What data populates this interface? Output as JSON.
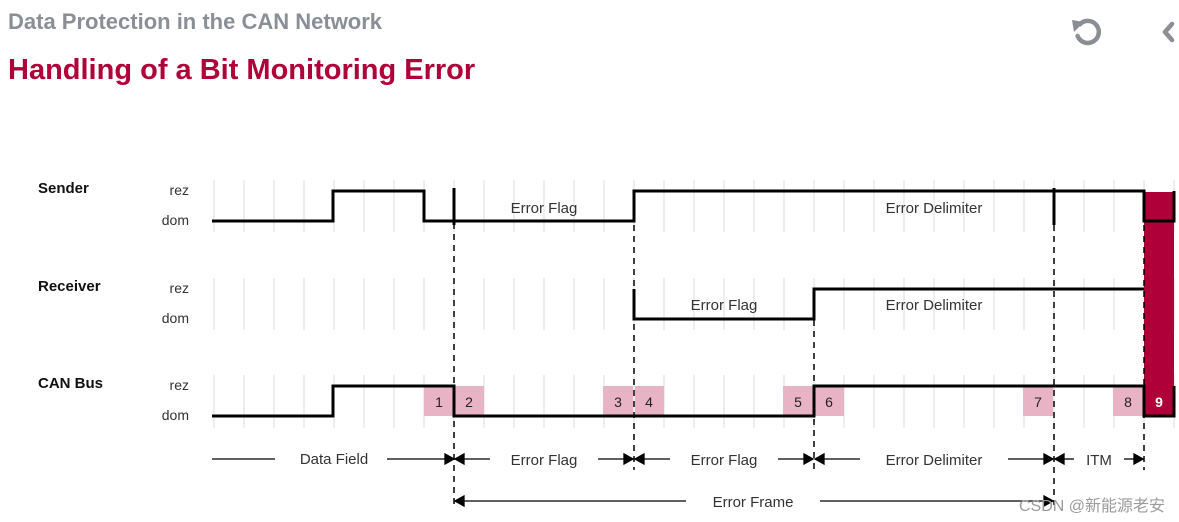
{
  "header": {
    "breadcrumb": "Data Protection in the CAN Network",
    "title": "Handling of a Bit Monitoring Error"
  },
  "toolbar": {
    "refresh_icon": "refresh-icon",
    "back_icon": "chevron-left-icon"
  },
  "colors": {
    "accent": "#b0003a",
    "highlight": "#e8b3c4",
    "breadcrumb": "#8a8f96",
    "signal": "#000000",
    "grid": "#dddddd"
  },
  "rows": [
    {
      "id": "sender",
      "label": "Sender",
      "rez": "rez",
      "dom": "dom",
      "annotations": [
        "Error Flag",
        "Error Delimiter"
      ]
    },
    {
      "id": "receiver",
      "label": "Receiver",
      "rez": "rez",
      "dom": "dom",
      "annotations": [
        "Error Flag",
        "Error Delimiter"
      ]
    },
    {
      "id": "canbus",
      "label": "CAN Bus",
      "rez": "rez",
      "dom": "dom",
      "annotations": []
    }
  ],
  "bit_markers": [
    "1",
    "2",
    "3",
    "4",
    "5",
    "6",
    "7",
    "8",
    "9"
  ],
  "segments": [
    "Data Field",
    "Error Flag",
    "Error Flag",
    "Error Delimiter",
    "ITM"
  ],
  "frame_label": "Error Frame",
  "watermark": "CSDN @新能源老安"
}
